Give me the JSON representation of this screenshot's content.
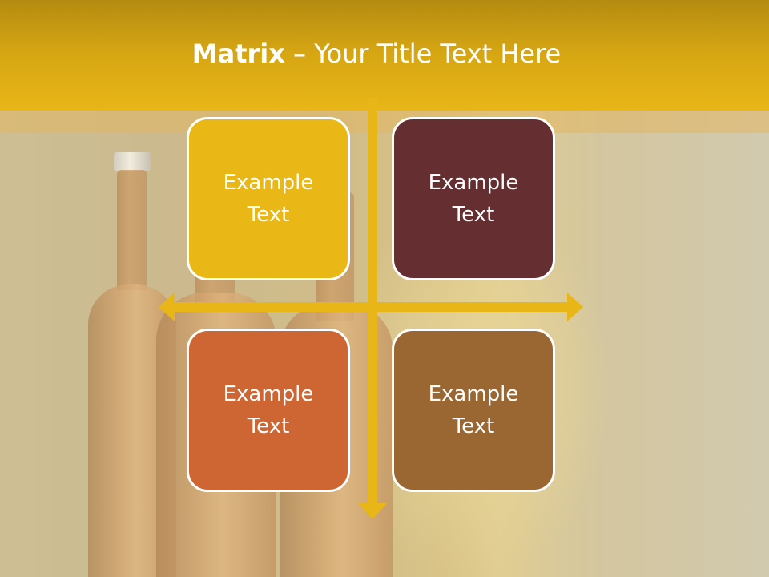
{
  "slide": {
    "title_bold": "Matrix",
    "title_rest": " – Your Title Text Here"
  },
  "matrix": {
    "cells": [
      {
        "text": "Example Text",
        "color": "#e9b716"
      },
      {
        "text": "Example Text",
        "color": "#652f31"
      },
      {
        "text": "Example Text",
        "color": "#cd6632"
      },
      {
        "text": "Example Text",
        "color": "#9a6631"
      }
    ],
    "axis_color": "#e8b617"
  },
  "theme": {
    "header_color": "#d7a713",
    "cell_border": "#ffffff",
    "text_color": "#ffffff"
  }
}
